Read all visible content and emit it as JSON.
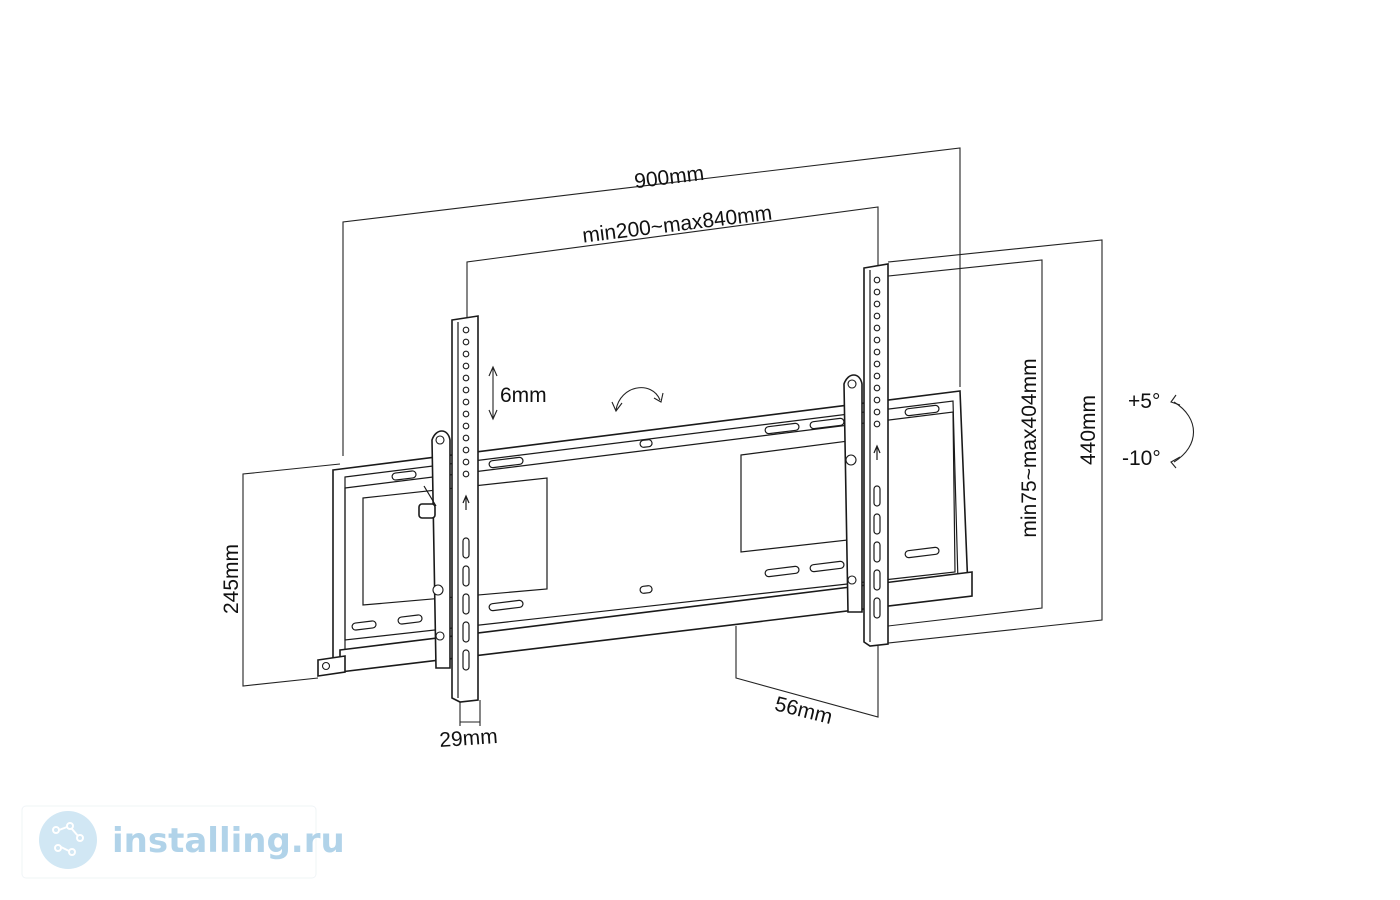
{
  "dimensions": {
    "overall_width": "900mm",
    "vesa_horizontal": "min200~max840mm",
    "vesa_vertical": "min75~max404mm",
    "overall_height": "440mm",
    "plate_height": "245mm",
    "arm_width": "29mm",
    "wall_depth": "56mm",
    "adjust_step": "6mm"
  },
  "tilt": {
    "up": "+5°",
    "down": "-10°"
  },
  "watermark": {
    "text": "installing.ru"
  },
  "colors": {
    "line": "#1a1a1a",
    "watermark": "#a9cfe7"
  }
}
